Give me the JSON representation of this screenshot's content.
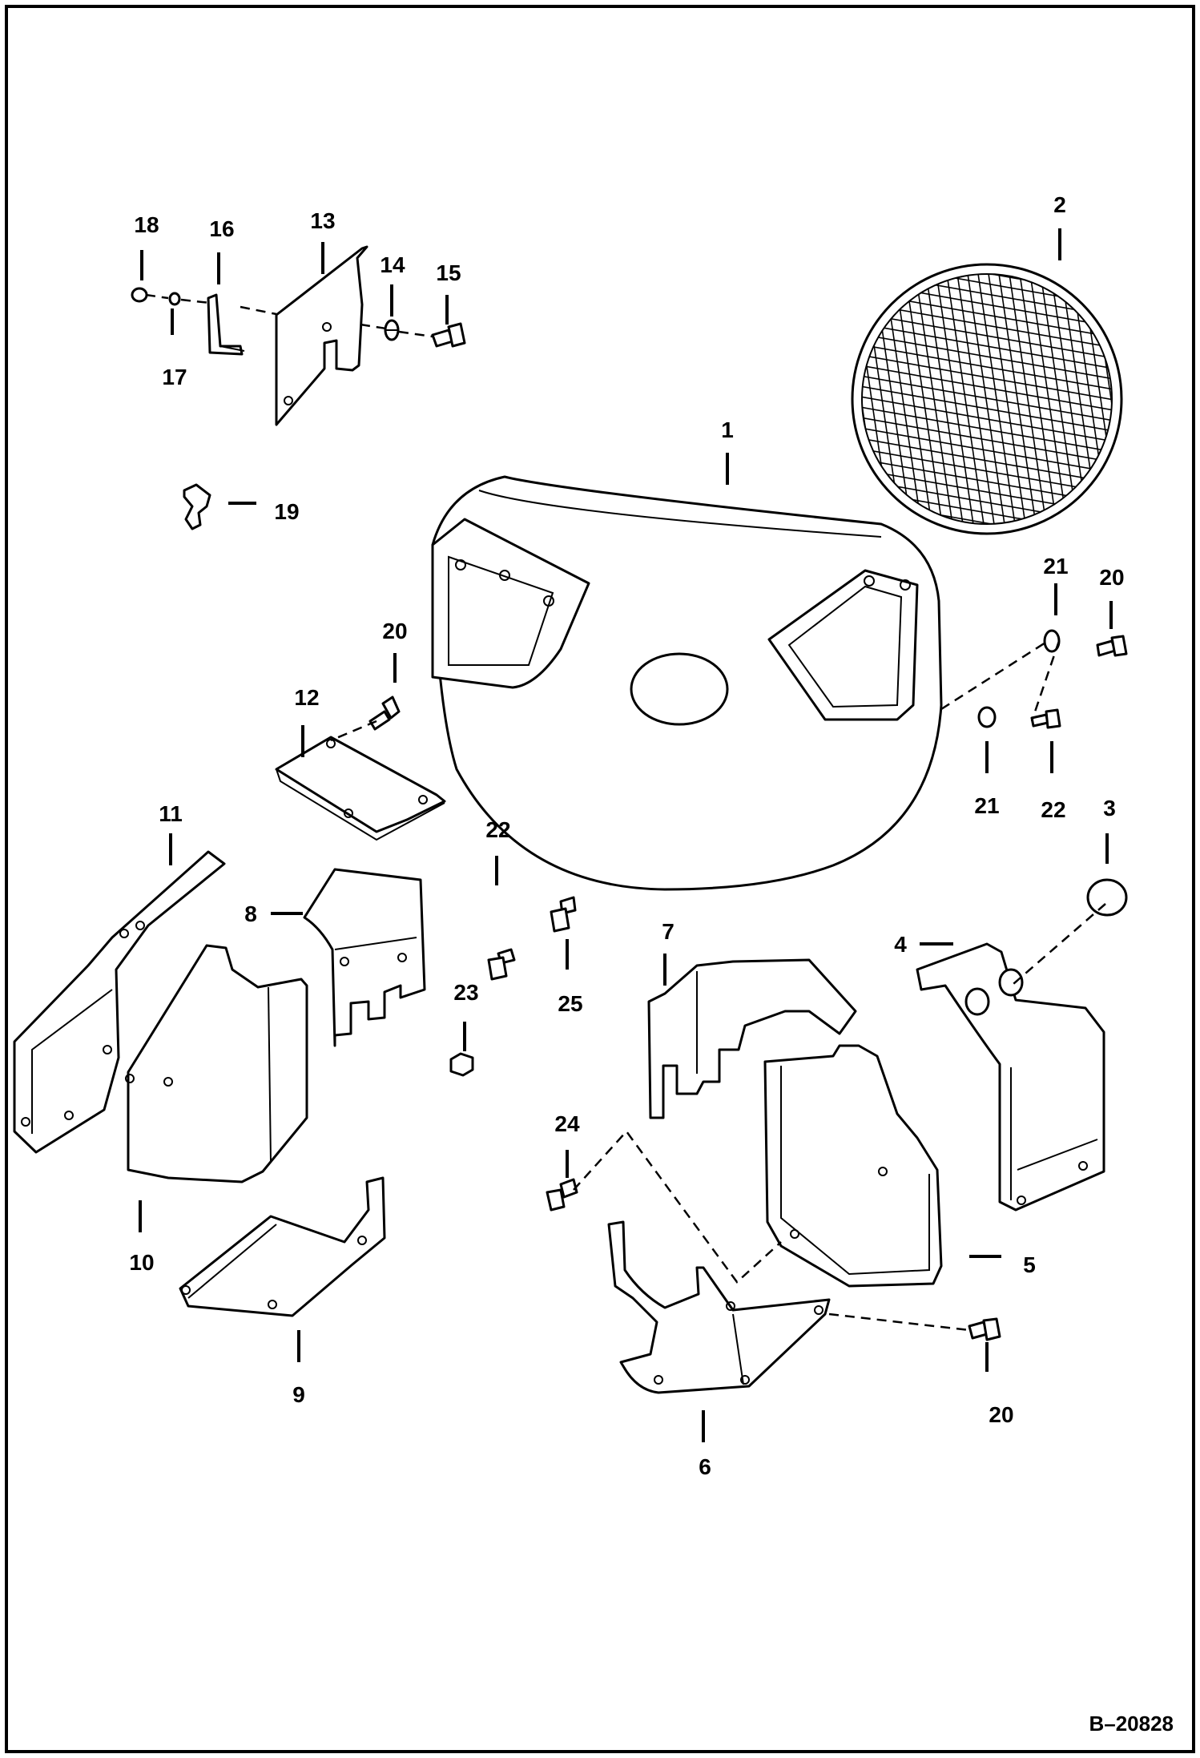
{
  "drawing": {
    "reference": "B–20828",
    "callouts": [
      {
        "id": "c1",
        "text": "1"
      },
      {
        "id": "c2",
        "text": "2"
      },
      {
        "id": "c3",
        "text": "3"
      },
      {
        "id": "c4",
        "text": "4"
      },
      {
        "id": "c5",
        "text": "5"
      },
      {
        "id": "c6",
        "text": "6"
      },
      {
        "id": "c7",
        "text": "7"
      },
      {
        "id": "c8",
        "text": "8"
      },
      {
        "id": "c9",
        "text": "9"
      },
      {
        "id": "c10",
        "text": "10"
      },
      {
        "id": "c11",
        "text": "11"
      },
      {
        "id": "c12",
        "text": "12"
      },
      {
        "id": "c13",
        "text": "13"
      },
      {
        "id": "c14",
        "text": "14"
      },
      {
        "id": "c15",
        "text": "15"
      },
      {
        "id": "c16",
        "text": "16"
      },
      {
        "id": "c17",
        "text": "17"
      },
      {
        "id": "c18",
        "text": "18"
      },
      {
        "id": "c19",
        "text": "19"
      },
      {
        "id": "c20a",
        "text": "20"
      },
      {
        "id": "c20b",
        "text": "20"
      },
      {
        "id": "c20c",
        "text": "20"
      },
      {
        "id": "c21a",
        "text": "21"
      },
      {
        "id": "c21b",
        "text": "21"
      },
      {
        "id": "c22a",
        "text": "22"
      },
      {
        "id": "c22b",
        "text": "22"
      },
      {
        "id": "c23",
        "text": "23"
      },
      {
        "id": "c24",
        "text": "24"
      },
      {
        "id": "c25",
        "text": "25"
      }
    ]
  }
}
